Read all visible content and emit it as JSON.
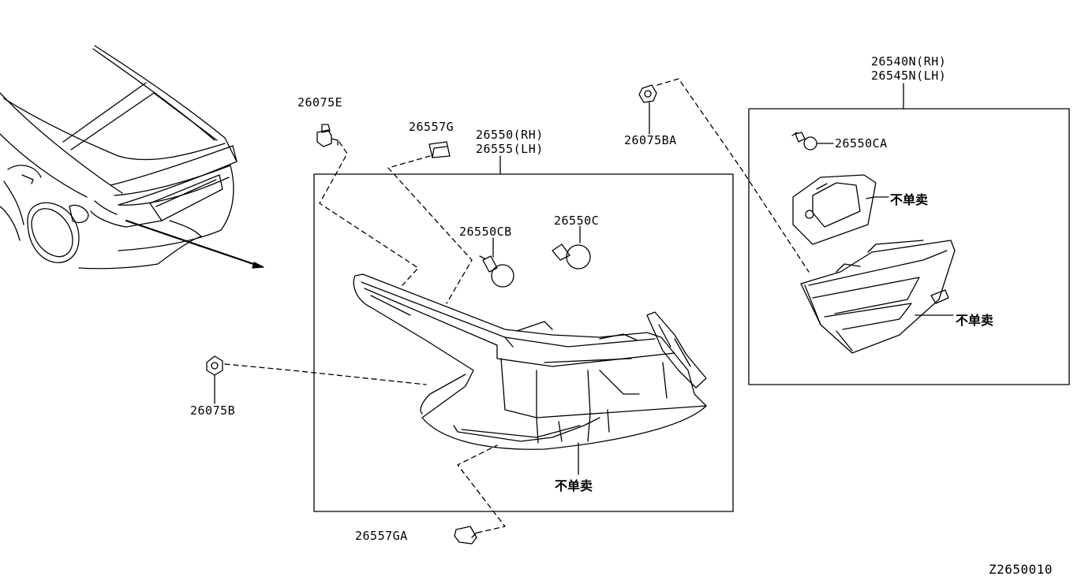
{
  "parts": {
    "p26075E": "26075E",
    "p26557G": "26557G",
    "p26550_rh": "26550(RH)",
    "p26555_lh": "26555(LH)",
    "p26550CB": "26550CB",
    "p26550C": "26550C",
    "p26075BA": "26075BA",
    "p26540N_rh": "26540N(RH)",
    "p26545N_lh": "26545N(LH)",
    "p26550CA": "26550CA",
    "p26075B": "26075B",
    "p26557GA": "26557GA"
  },
  "notes": {
    "not_sold_1": "不单卖",
    "not_sold_2": "不单卖",
    "not_sold_3": "不单卖"
  },
  "diagram_code": "Z2650010"
}
